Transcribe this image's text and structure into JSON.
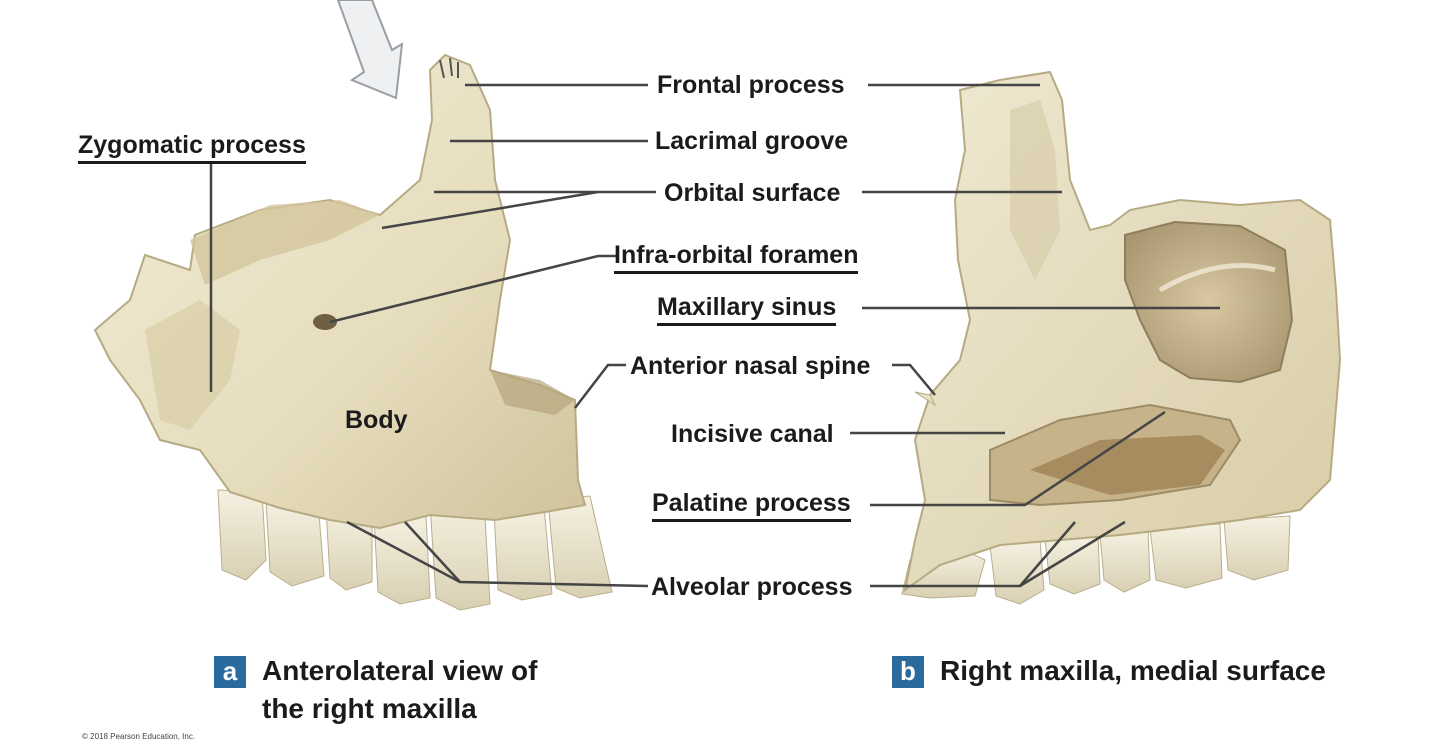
{
  "labels": {
    "frontal_process": "Frontal process",
    "lacrimal_groove": "Lacrimal groove",
    "orbital_surface": "Orbital surface",
    "zygomatic_process": "Zygomatic process",
    "infraorbital_foramen": "Infra-orbital foramen",
    "maxillary_sinus": "Maxillary sinus",
    "anterior_nasal_spine": "Anterior nasal spine",
    "body": "Body",
    "incisive_canal": "Incisive canal",
    "palatine_process": "Palatine process",
    "alveolar_process": "Alveolar process"
  },
  "captions": {
    "a": {
      "badge": "a",
      "line1": "Anterolateral view of",
      "line2": "the right maxilla"
    },
    "b": {
      "badge": "b",
      "line1": "Right maxilla, medial surface"
    }
  },
  "copyright": "© 2018 Pearson Education, Inc.",
  "colors": {
    "bone": "#e9e2c7",
    "bone_shadow": "#c9bd98",
    "leader": "#444444",
    "badge": "#2b6a9c",
    "arrow": "#e6e8ea"
  }
}
